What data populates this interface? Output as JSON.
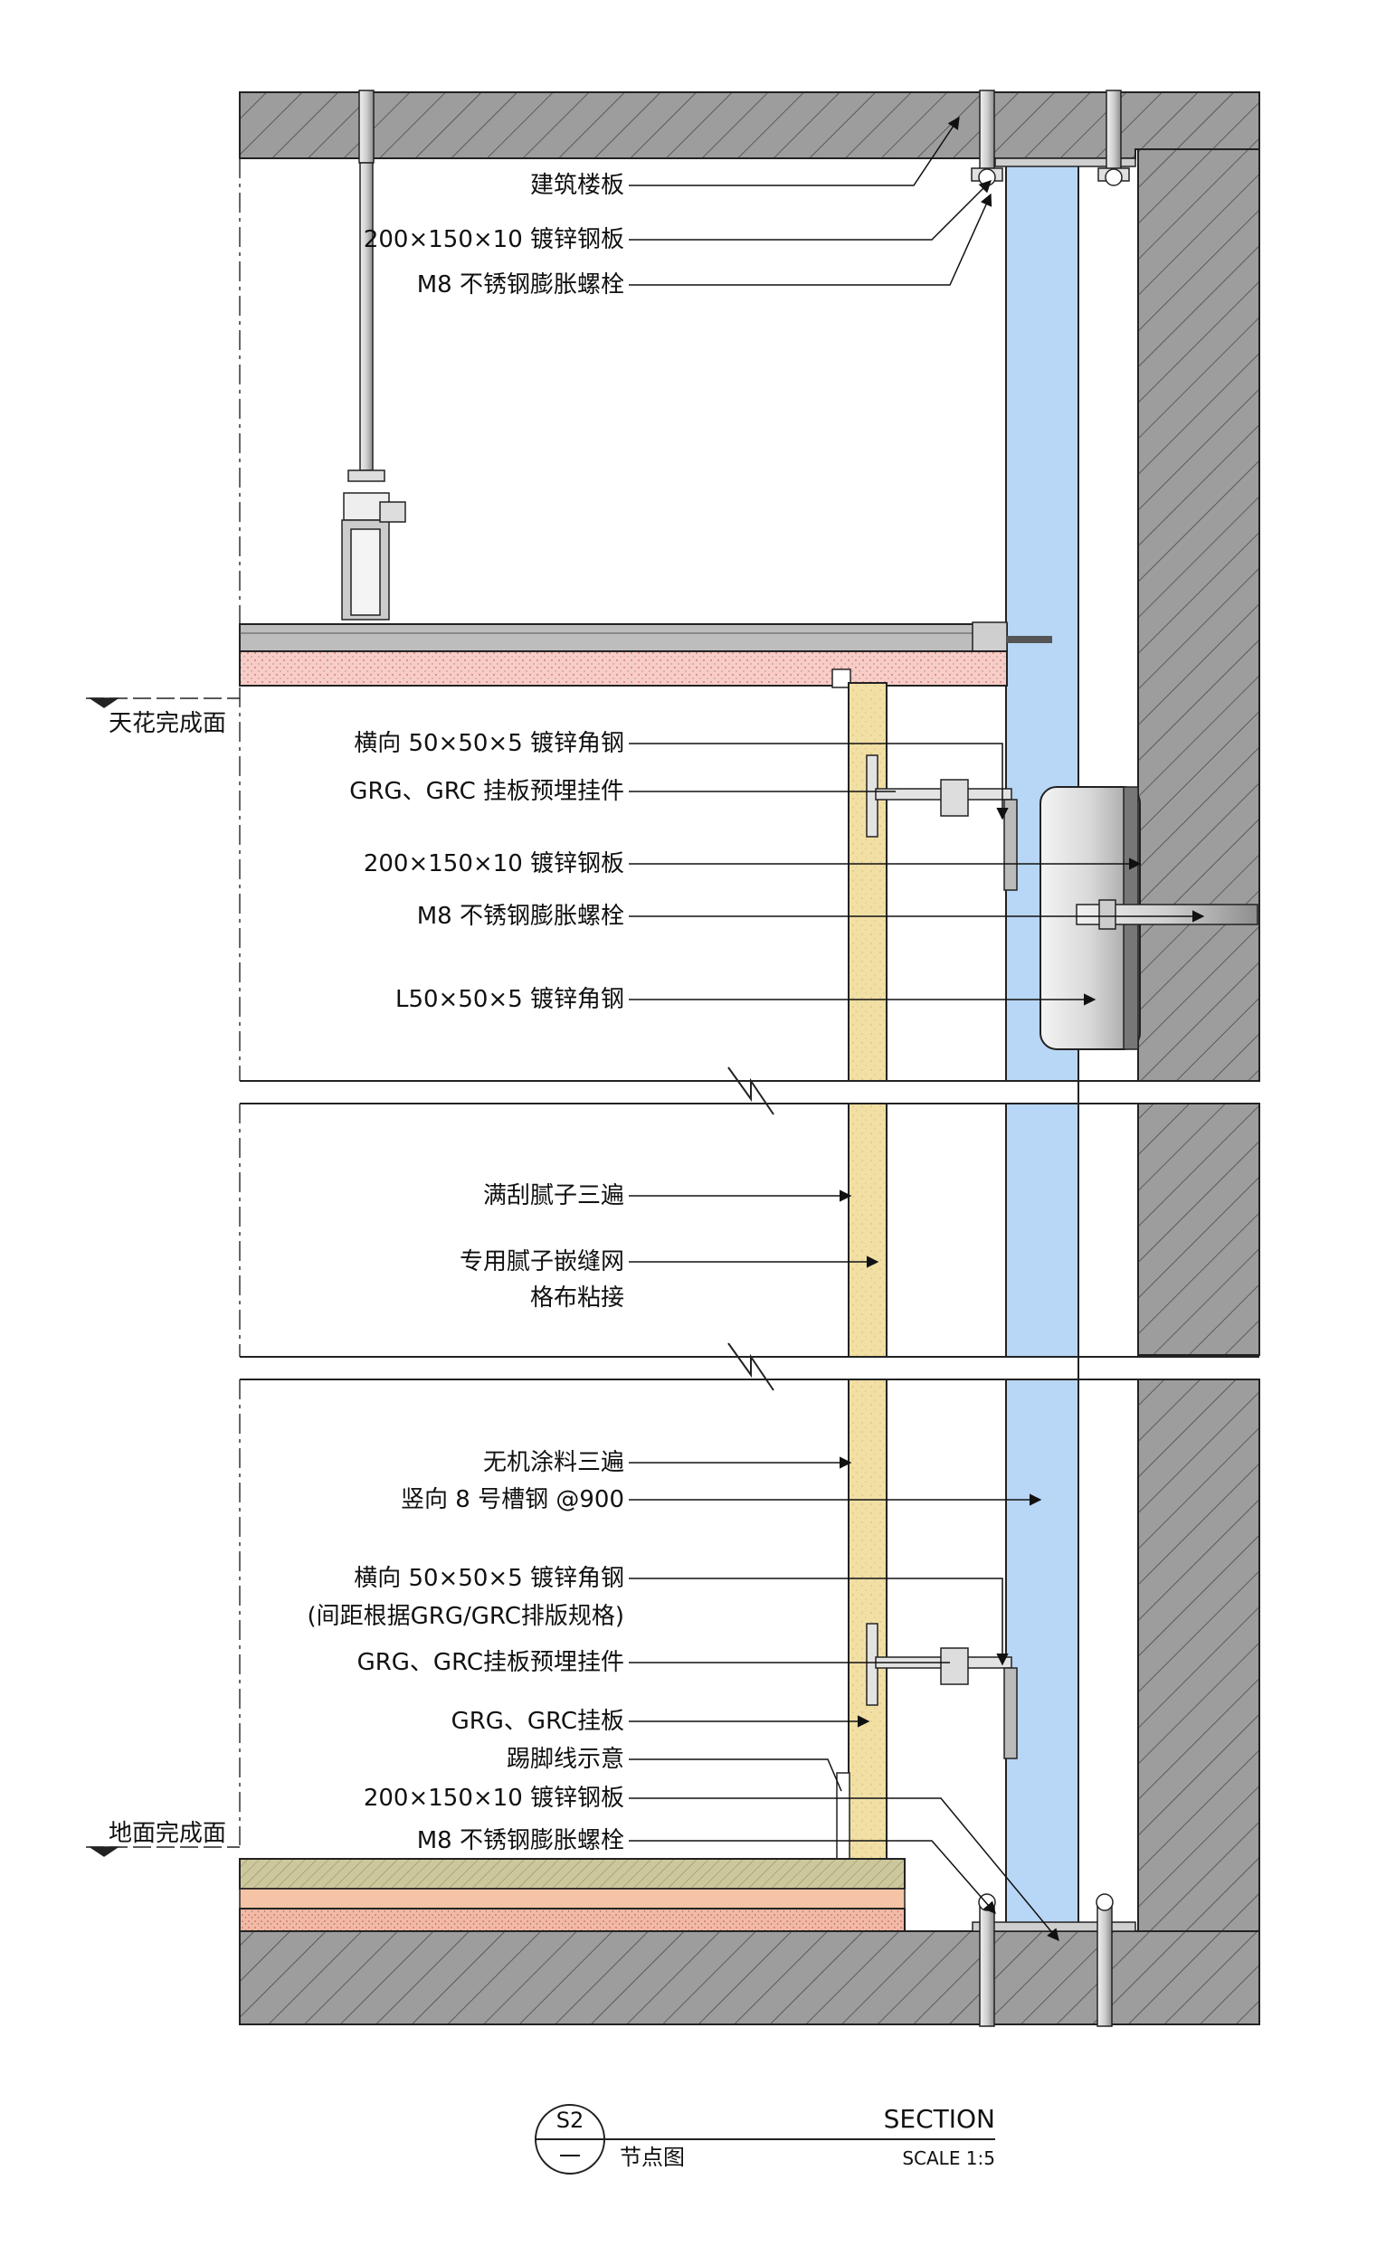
{
  "labels": {
    "jianzhu_louban": "建筑楼板",
    "steel_plate_top": "200×150×10 镀锌钢板",
    "bolt_top": "M8 不锈钢膨胀螺栓",
    "ceiling_level": "天花完成面",
    "hx_angle_1": "横向 50×50×5 镀锌角钢",
    "grg_anchor_1": "GRG、GRC 挂板预埋挂件",
    "steel_plate_mid": "200×150×10 镀锌钢板",
    "bolt_mid": "M8 不锈钢膨胀螺栓",
    "l_angle": "L50×50×5 镀锌角钢",
    "putty_3": "满刮腻子三遍",
    "mesh_line1": "专用腻子嵌缝网",
    "mesh_line2": "格布粘接",
    "paint_3": "无机涂料三遍",
    "channel": "竖向 8 号槽钢 @900",
    "hx_angle_2": "横向 50×50×5 镀锌角钢",
    "spacing_note": "(间距根据GRG/GRC排版规格)",
    "grg_anchor_2": "GRG、GRC挂板预埋挂件",
    "grg_panel": "GRG、GRC挂板",
    "skirting": "踢脚线示意",
    "steel_plate_bot": "200×150×10 镀锌钢板",
    "bolt_bot": "M8 不锈钢膨胀螺栓",
    "floor_level": "地面完成面"
  },
  "title_block": {
    "detail_no": "S2",
    "sheet_no": "一",
    "name": "节点图",
    "section": "SECTION",
    "scale": "SCALE 1:5"
  },
  "colors": {
    "concrete": "#9a9a9a",
    "glass_blue": "#b8d6f5",
    "grg_panel": "#f1dfa4",
    "insulation_pink": "#f6c9c4",
    "screed_green": "#c8c49a",
    "floor_pink": "#f3b8a6"
  }
}
